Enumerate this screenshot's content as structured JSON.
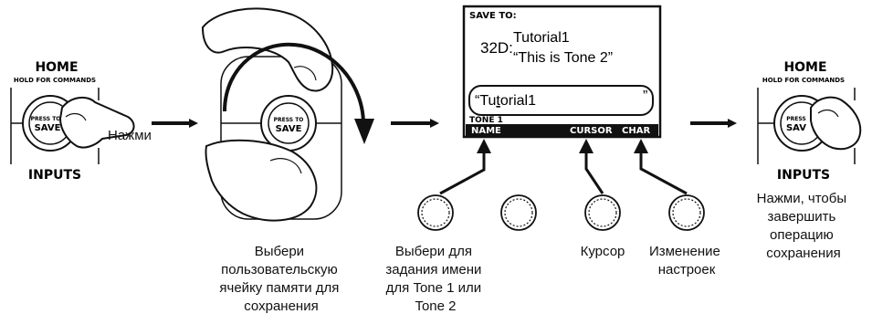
{
  "panel_left": {
    "home_label": "HOME",
    "hold_label": "HOLD FOR COMMANDS",
    "press_to": "PRESS TO",
    "save": "SAVE",
    "inputs_label": "INPUTS",
    "press_caption": "Нажми"
  },
  "knob_panel": {
    "press_to": "PRESS TO",
    "save": "SAVE",
    "caption_lines": [
      "Выбери",
      "пользовательскую",
      "ячейку памяти для",
      "сохранения"
    ]
  },
  "lcd": {
    "header": "SAVE TO:",
    "slot": "32D:",
    "name_line": "Tutorial1",
    "desc_line": "“This is Tone 2”",
    "edit_prefix": "“Tu",
    "edit_cursor_char": "t",
    "edit_rest": "orial1",
    "edit_close": "”",
    "tone_label": "TONE 1",
    "soft_name": "NAME",
    "soft_cursor": "CURSOR",
    "soft_char": "CHAR"
  },
  "knob_captions": {
    "name": [
      "Выбери для",
      "задания имени",
      "для Tone 1 или",
      "Tone 2"
    ],
    "cursor": [
      "Курсор"
    ],
    "char": [
      "Изменение",
      "настроек"
    ]
  },
  "panel_right": {
    "home_label": "HOME",
    "hold_label": "HOLD FOR COMMANDS",
    "press_to": "PRESS",
    "save": "SAV",
    "inputs_label": "INPUTS",
    "caption_lines": [
      "Нажми, чтобы",
      "завершить",
      "операцию",
      "сохранения"
    ]
  }
}
